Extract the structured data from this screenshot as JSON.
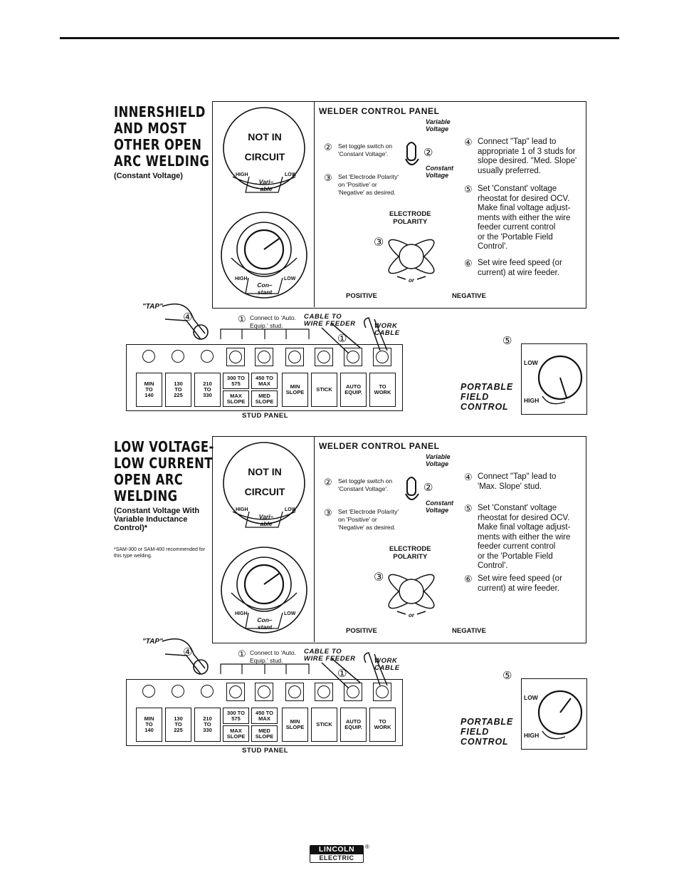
{
  "sections": [
    {
      "title": [
        "INNERSHIELD",
        "AND MOST",
        "OTHER OPEN",
        "ARC WELDING"
      ],
      "subtitle": "(Constant Voltage)",
      "footnote": "",
      "panel": {
        "header": "WELDER CONTROL PANEL",
        "not_in_circuit": [
          "NOT IN",
          "CIRCUIT"
        ],
        "upper_knob": {
          "high": "HIGH",
          "low": "LOW",
          "center": [
            "Vari–",
            "able"
          ]
        },
        "lower_knob": {
          "high": "HIGH",
          "low": "LOW",
          "center": [
            "Con–",
            "stant"
          ]
        },
        "variable_voltage": [
          "Variable",
          "Voltage"
        ],
        "constant_voltage": [
          "Constant",
          "Voltage"
        ],
        "step2": [
          "②",
          "Set toggle switch on",
          "'Constant Voltage'."
        ],
        "step3": [
          "③",
          "Set 'Electrode Polarity'",
          "on 'Positive' or",
          "'Negative' as desired."
        ],
        "step4": [
          "④",
          "Connect \"Tap\" lead to",
          "appropriate 1 of 3 studs for",
          "slope desired. \"Med. Slope'",
          "usually preferred."
        ],
        "step5": [
          "⑤",
          "Set 'Constant' voltage",
          "rheostat for desired OCV.",
          "Make final voltage adjust-",
          "ments with either the wire",
          "feeder current control",
          "or the 'Portable Field",
          "Control'."
        ],
        "step6": [
          "⑥",
          "Set wire feed speed (or",
          "current) at wire feeder."
        ],
        "electrode_polarity": [
          "ELECTRODE",
          "POLARITY"
        ],
        "polarity_marker": "③",
        "or_label": "or",
        "positive": "POSITIVE",
        "negative": "NEGATIVE"
      },
      "stud": {
        "tap_label": "\"TAP\"",
        "tap_marker": "④",
        "step1": [
          "①",
          "Connect to 'Auto.",
          "Equip.' stud."
        ],
        "cable_to_feeder": [
          "CABLE TO",
          "WIRE FEEDER"
        ],
        "work_cable": [
          "WORK",
          "CABLE"
        ],
        "cable_marker": "①",
        "buttons": [
          {
            "type": "single",
            "label": [
              "MIN",
              "TO",
              "140"
            ]
          },
          {
            "type": "single",
            "label": [
              "130",
              "TO",
              "225"
            ]
          },
          {
            "type": "single",
            "label": [
              "210",
              "TO",
              "330"
            ]
          },
          {
            "type": "split",
            "top": [
              "300 TO",
              "575"
            ],
            "bottom": [
              "MAX",
              "SLOPE"
            ]
          },
          {
            "type": "split",
            "top": [
              "450 TO",
              "MAX"
            ],
            "bottom": [
              "MED",
              "SLOPE"
            ]
          },
          {
            "type": "single",
            "label": [
              "MIN",
              "SLOPE"
            ]
          },
          {
            "type": "single",
            "label": [
              "STICK"
            ]
          },
          {
            "type": "single",
            "label": [
              "AUTO",
              "EQUIP."
            ]
          },
          {
            "type": "single",
            "label": [
              "TO",
              "WORK"
            ]
          }
        ],
        "caption": "STUD PANEL"
      },
      "field_control": {
        "marker": "⑤",
        "label": [
          "PORTABLE",
          "FIELD",
          "CONTROL"
        ],
        "low": "LOW",
        "high": "HIGH"
      }
    },
    {
      "title": [
        "LOW VOLTAGE-",
        "LOW CURRENT",
        "OPEN ARC",
        "WELDING"
      ],
      "subtitle": "(Constant Voltage With Variable Inductance Control)*",
      "footnote": "*SAM-300 or SAM-400 recommended for this type welding.",
      "panel": {
        "header": "WELDER CONTROL PANEL",
        "not_in_circuit": [
          "NOT IN",
          "CIRCUIT"
        ],
        "upper_knob": {
          "high": "HIGH",
          "low": "LOW",
          "center": [
            "Vari–",
            "able"
          ]
        },
        "lower_knob": {
          "high": "HIGH",
          "low": "LOW",
          "center": [
            "Con–",
            "stant"
          ]
        },
        "variable_voltage": [
          "Variable",
          "Voltage"
        ],
        "constant_voltage": [
          "Constant",
          "Voltage"
        ],
        "step2": [
          "②",
          "Set toggle switch on",
          "'Constant Voltage'."
        ],
        "step3": [
          "③",
          "Set 'Electrode Polarity'",
          "on 'Positive' or",
          "'Negative' as desired."
        ],
        "step4": [
          "④",
          "Connect \"Tap\" lead to",
          "'Max. Slope' stud."
        ],
        "step5": [
          "⑤",
          "Set 'Constant' voltage",
          "rheostat for desired OCV.",
          "Make final voltage adjust-",
          "ments with either the wire",
          "feeder current control",
          "or the 'Portable Field",
          "Control'."
        ],
        "step6": [
          "⑥",
          "Set wire feed speed (or",
          "current) at wire feeder."
        ],
        "electrode_polarity": [
          "ELECTRODE",
          "POLARITY"
        ],
        "polarity_marker": "③",
        "or_label": "or",
        "positive": "POSITIVE",
        "negative": "NEGATIVE"
      },
      "stud": {
        "tap_label": "\"TAP\"",
        "tap_marker": "④",
        "step1": [
          "①",
          "Connect to 'Auto.",
          "Equip.' stud."
        ],
        "cable_to_feeder": [
          "CABLE TO",
          "WIRE FEEDER"
        ],
        "work_cable": [
          "WORK",
          "CABLE"
        ],
        "cable_marker": "①",
        "buttons": [
          {
            "type": "single",
            "label": [
              "MIN",
              "TO",
              "140"
            ]
          },
          {
            "type": "single",
            "label": [
              "130",
              "TO",
              "225"
            ]
          },
          {
            "type": "single",
            "label": [
              "210",
              "TO",
              "330"
            ]
          },
          {
            "type": "split",
            "top": [
              "300 TO",
              "575"
            ],
            "bottom": [
              "MAX",
              "SLOPE"
            ]
          },
          {
            "type": "split",
            "top": [
              "450 TO",
              "MAX"
            ],
            "bottom": [
              "MED",
              "SLOPE"
            ]
          },
          {
            "type": "single",
            "label": [
              "MIN",
              "SLOPE"
            ]
          },
          {
            "type": "single",
            "label": [
              "STICK"
            ]
          },
          {
            "type": "single",
            "label": [
              "AUTO",
              "EQUIP."
            ]
          },
          {
            "type": "single",
            "label": [
              "TO",
              "WORK"
            ]
          }
        ],
        "caption": "STUD PANEL"
      },
      "field_control": {
        "marker": "⑤",
        "label": [
          "PORTABLE",
          "FIELD",
          "CONTROL"
        ],
        "low": "LOW",
        "high": "HIGH"
      }
    }
  ],
  "logo": {
    "top": "LINCOLN",
    "bottom": "ELECTRIC",
    "registered": "®"
  }
}
